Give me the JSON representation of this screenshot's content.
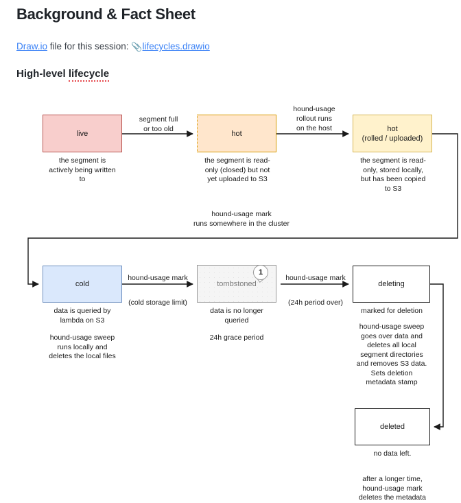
{
  "document": {
    "title": "Background & Fact Sheet",
    "session_line": {
      "link_text": "Draw.io",
      "middle_text": " file for this session: ",
      "attachment_icon": "paperclip-icon",
      "file_name": "lifecycles.drawio"
    },
    "section_title_prefix": "High-level ",
    "section_title_spellchecked": "lifecycle"
  },
  "colors": {
    "link": "#3b82f6",
    "text": "#1f2328",
    "live_fill": "#f8cecc",
    "live_stroke": "#b85450",
    "hot_fill": "#ffe6cc",
    "hot_stroke": "#d79b00",
    "hot_rolled_fill": "#fff2cc",
    "hot_rolled_stroke": "#d6b656",
    "cold_fill": "#dae8fc",
    "cold_stroke": "#6c8ebf",
    "tombstoned_fill": "#f5f5f5",
    "tombstoned_stroke": "#999999",
    "plain_stroke": "#1a1a1a",
    "spellcheck_underline": "#e5484d"
  },
  "diagram": {
    "nodes": [
      {
        "id": "live",
        "label": "live"
      },
      {
        "id": "hot",
        "label": "hot"
      },
      {
        "id": "hot_rolled",
        "label": "hot\n(rolled / uploaded)"
      },
      {
        "id": "cold",
        "label": "cold"
      },
      {
        "id": "tombstoned",
        "label": "tombstoned"
      },
      {
        "id": "deleting",
        "label": "deleting"
      },
      {
        "id": "deleted",
        "label": "deleted"
      }
    ],
    "captions": [
      {
        "id": "live",
        "text": "the segment is\nactively being written\nto"
      },
      {
        "id": "hot",
        "text": "the segment is read-\nonly (closed) but not\nyet uploaded to S3"
      },
      {
        "id": "hot_rolled",
        "text": "the segment is read-\nonly, stored locally,\nbut has been copied\nto S3"
      },
      {
        "id": "cold",
        "text": "data is queried by\nlambda on S3"
      },
      {
        "id": "cold_2",
        "text": "hound-usage sweep\nruns locally and\ndeletes the local files"
      },
      {
        "id": "tombstoned",
        "text": "data is no longer\nqueried"
      },
      {
        "id": "tombstoned_2",
        "text": "24h grace period"
      },
      {
        "id": "deleting",
        "text": "marked for deletion"
      },
      {
        "id": "deleting_2",
        "text": "hound-usage sweep\ngoes over data and\ndeletes all local\nsegment directories\nand removes S3 data.\nSets deletion\nmetadata stamp"
      },
      {
        "id": "deleted",
        "text": "no data left."
      },
      {
        "id": "deleted_2",
        "text": "after a longer time,\nhound-usage mark\ndeletes the metadata"
      }
    ],
    "edges": [
      {
        "id": "live-to-hot",
        "label": "segment full\nor too old"
      },
      {
        "id": "hot-to-hotrolled",
        "label": "hound-usage\nrollout runs\non the host"
      },
      {
        "id": "hotrolled-to-cold",
        "label": "hound-usage mark\nruns somewhere in the cluster"
      },
      {
        "id": "cold-to-tombstoned",
        "label": "hound-usage mark\n\n(cold storage limit)"
      },
      {
        "id": "tombstoned-to-deleting",
        "label": "hound-usage mark\n\n(24h period over)"
      },
      {
        "id": "deleting-to-deleted",
        "label": ""
      }
    ],
    "comment_badge": {
      "target": "tombstoned",
      "count": "1"
    }
  }
}
